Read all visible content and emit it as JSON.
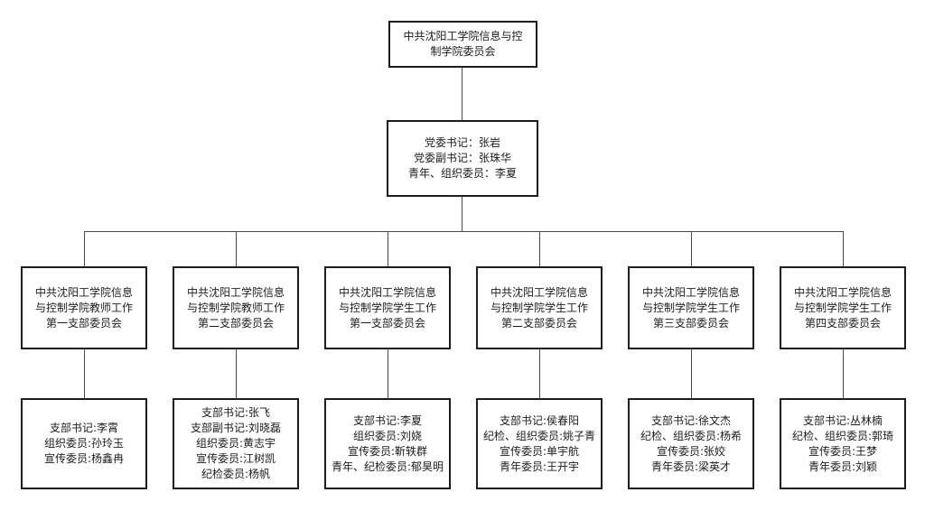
{
  "root": {
    "lines": [
      "中共沈阳工学院信息与控",
      "制学院委员会"
    ]
  },
  "committee": {
    "lines": [
      "党委书记：张岩",
      "党委副书记：张珠华",
      "青年、组织委员：李夏"
    ]
  },
  "branches": [
    {
      "title_lines": [
        "中共沈阳工学院信息",
        "与控制学院教师工作",
        "第一支部委员会"
      ],
      "members": [
        "支部书记:李霄",
        "组织委员:孙玲玉",
        "宣传委员:杨鑫冉"
      ]
    },
    {
      "title_lines": [
        "中共沈阳工学院信息",
        "与控制学院教师工作",
        "第二支部委员会"
      ],
      "members": [
        "支部书记:张飞",
        "支部副书记:刘晓磊",
        "组织委员:黄志宇",
        "宣传委员:江树凯",
        "纪检委员:杨帆"
      ]
    },
    {
      "title_lines": [
        "中共沈阳工学院信息",
        "与控制学院学生工作",
        "第一支部委员会"
      ],
      "members": [
        "支部书记:李夏",
        "组织委员:刘娆",
        "宣传委员:靳轶群",
        "青年、纪检委员:郁昊明"
      ]
    },
    {
      "title_lines": [
        "中共沈阳工学院信息",
        "与控制学院学生工作",
        "第二支部委员会"
      ],
      "members": [
        "支部书记:侯春阳",
        "纪检、组织委员:姚子青",
        "宣传委员:单宇航",
        "青年委员:王开宇"
      ]
    },
    {
      "title_lines": [
        "中共沈阳工学院信息",
        "与控制学院学生工作",
        "第三支部委员会"
      ],
      "members": [
        "支部书记:徐文杰",
        "纪检、组织委员:杨希",
        "宣传委员:张姣",
        "青年委员:梁英才"
      ]
    },
    {
      "title_lines": [
        "中共沈阳工学院信息",
        "与控制学院学生工作",
        "第四支部委员会"
      ],
      "members": [
        "支部书记:丛林楠",
        "纪检、组织委员:郭琦",
        "宣传委员:王梦",
        "青年委员:刘颖"
      ]
    }
  ],
  "colors": {
    "box_border": "#1c1c1c",
    "connector": "#4a4a4a",
    "text": "#1c1c1c",
    "background": "#ffffff"
  }
}
